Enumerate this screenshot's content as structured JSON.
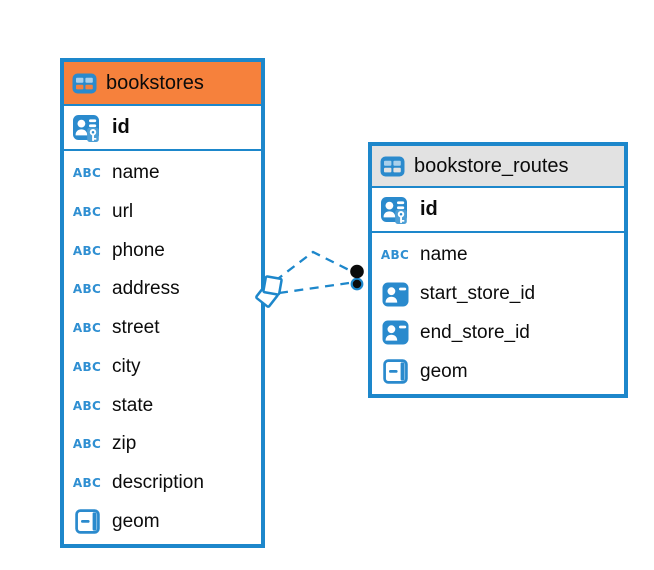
{
  "colors": {
    "accent_blue": "#1d87cb",
    "icon_blue": "#2f8fd2",
    "header_selected_orange": "#f6813c",
    "header_gray": "#e2e2e2",
    "row_background": "#ffffff",
    "text": "#0b0b0b",
    "connector_dot_black": "#0b0b0b"
  },
  "icons": {
    "text_type_glyph": "ABC"
  },
  "tables": [
    {
      "name": "bookstores",
      "header_style": "orange",
      "primary_key": {
        "label": "id"
      },
      "columns": [
        {
          "label": "name",
          "type_icon": "text-type-icon"
        },
        {
          "label": "url",
          "type_icon": "text-type-icon"
        },
        {
          "label": "phone",
          "type_icon": "text-type-icon"
        },
        {
          "label": "address",
          "type_icon": "text-type-icon"
        },
        {
          "label": "street",
          "type_icon": "text-type-icon"
        },
        {
          "label": "city",
          "type_icon": "text-type-icon"
        },
        {
          "label": "state",
          "type_icon": "text-type-icon"
        },
        {
          "label": "zip",
          "type_icon": "text-type-icon"
        },
        {
          "label": "description",
          "type_icon": "text-type-icon"
        },
        {
          "label": "geom",
          "type_icon": "geometry-type-icon"
        }
      ]
    },
    {
      "name": "bookstore_routes",
      "header_style": "gray",
      "primary_key": {
        "label": "id"
      },
      "columns": [
        {
          "label": "name",
          "type_icon": "text-type-icon"
        },
        {
          "label": "start_store_id",
          "type_icon": "foreign-key-icon"
        },
        {
          "label": "end_store_id",
          "type_icon": "foreign-key-icon"
        },
        {
          "label": "geom",
          "type_icon": "geometry-type-icon"
        }
      ]
    }
  ],
  "relationships": {
    "between": [
      "bookstores",
      "bookstore_routes"
    ],
    "line_style": "dashed",
    "link_count": 2
  }
}
